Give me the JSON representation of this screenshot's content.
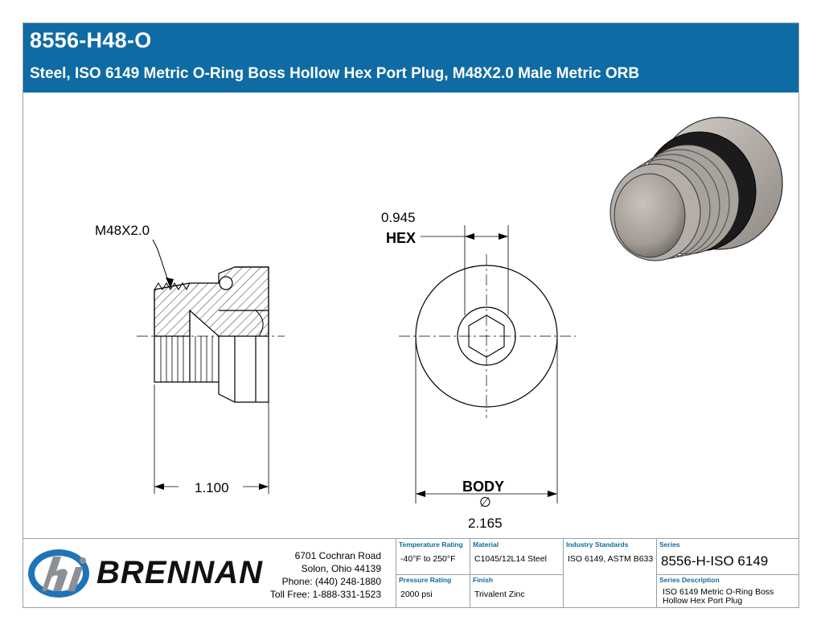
{
  "header": {
    "part_number": "8556-H48-O",
    "description": "Steel, ISO 6149 Metric O-Ring Boss Hollow Hex Port Plug, M48X2.0 Male Metric ORB"
  },
  "drawing": {
    "thread_label": "M48X2.0",
    "length_dim": "1.100",
    "hex_dim": "0.945",
    "hex_label": "HEX",
    "body_label": "BODY",
    "diameter_symbol": "∅",
    "body_dim": "2.165"
  },
  "company": {
    "name": "BRENNAN",
    "address_line1": "6701 Cochran Road",
    "address_line2": "Solon, Ohio 44139",
    "phone": "Phone: (440) 248-1880",
    "toll_free": "Toll Free: 1-888-331-1523"
  },
  "specs": {
    "temperature_label": "Temperature Rating",
    "temperature_value": "-40°F to 250°F",
    "material_label": "Material",
    "material_value": "C1045/12L14 Steel",
    "standards_label": "Industry Standards",
    "standards_value": "ISO 6149, ASTM B633",
    "series_label": "Series",
    "series_value": "8556-H-ISO 6149",
    "pressure_label": "Pressure Rating",
    "pressure_value": "2000 psi",
    "finish_label": "Finish",
    "finish_value": "Trivalent Zinc",
    "series_desc_label": "Series Description",
    "series_desc_value": "ISO 6149 Metric O-Ring Boss Hollow Hex Port Plug"
  },
  "colors": {
    "header_blue": "#0f6ba3",
    "logo_blue": "#1f74b8",
    "logo_gray": "#8c8f93"
  }
}
